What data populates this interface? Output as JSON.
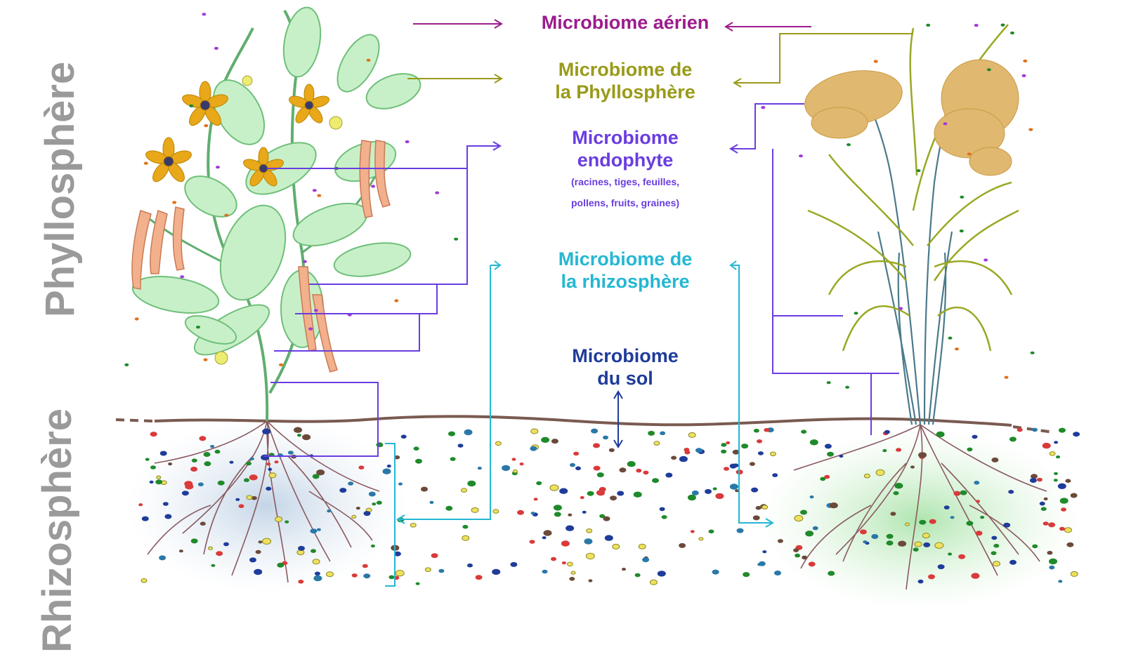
{
  "side_labels": {
    "top": "Phyllosphère",
    "bottom": "Rhizosphère"
  },
  "categories": {
    "aerien": {
      "line1": "Microbiome aérien"
    },
    "phyllosphere": {
      "line1": "Microbiome de",
      "line2": "la Phyllosphère"
    },
    "endophyte": {
      "line1": "Microbiome",
      "line2": "endophyte",
      "detail1": "(racines, tiges, feuilles,",
      "detail2": "pollens, fruits, graines)"
    },
    "rhizosphere": {
      "line1": "Microbiome de",
      "line2": "la rhizosphère"
    },
    "sol": {
      "line1": "Microbiome",
      "line2": "du sol"
    }
  },
  "colors": {
    "aerien": "#9b1c8c",
    "phyllosphere": "#9a9a1a",
    "endophyte": "#6a3de0",
    "rhizosphere": "#25b7d3",
    "sol": "#1f3c9a",
    "side_label": "#9a9a9a",
    "soil_line": "#7a5a50"
  },
  "icons": [
    "bean-plant-icon",
    "cereal-plant-icon",
    "root-system-icon",
    "microbe-icon"
  ]
}
